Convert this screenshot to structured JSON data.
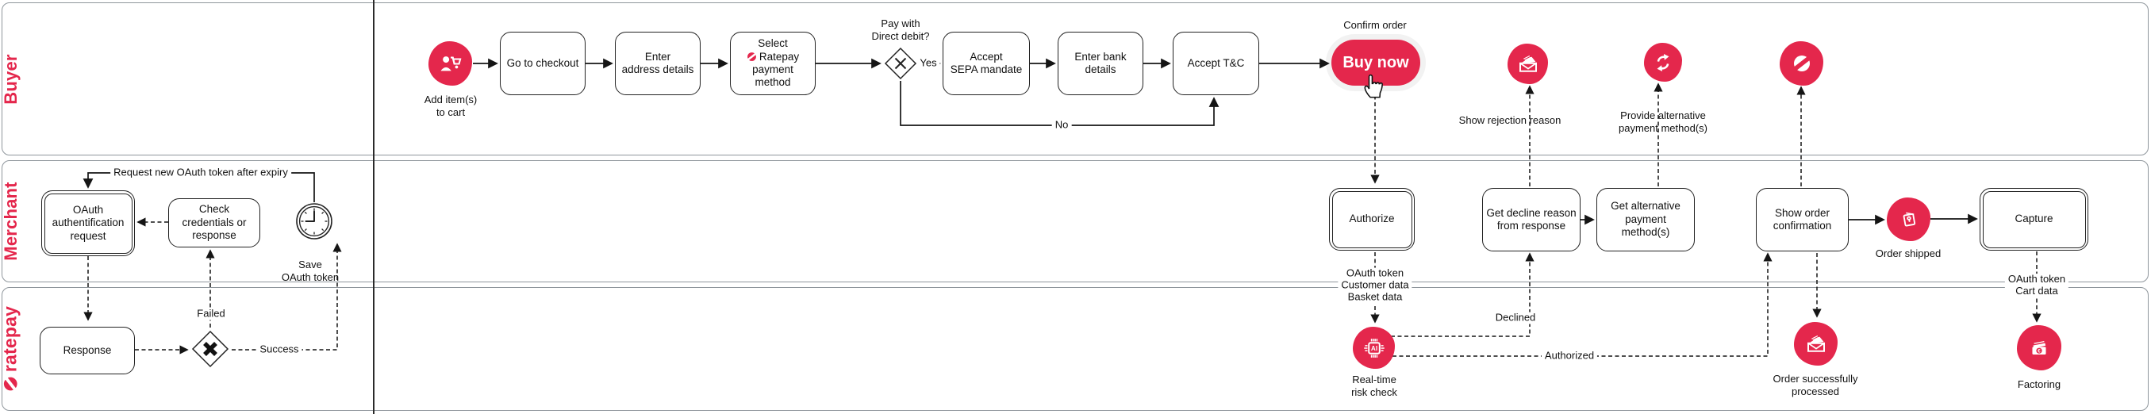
{
  "colors": {
    "accent": "#e4274c"
  },
  "lanes": {
    "buyer": "Buyer",
    "merchant": "Merchant",
    "ratepay": "ratepay"
  },
  "buyer": {
    "add_item_label": "Add item(s)\nto cart",
    "go_checkout": "Go to checkout",
    "enter_address": "Enter\naddress details",
    "select_line1": "Select",
    "select_line2": "Ratepay",
    "select_line3": "payment method",
    "gateway_label": "Pay with\nDirect debit?",
    "yes": "Yes",
    "no": "No",
    "accept_sepa": "Accept\nSEPA mandate",
    "enter_bank": "Enter bank details",
    "accept_tnc": "Accept T&C",
    "confirm_order": "Confirm order",
    "buy_now": "Buy now",
    "show_rejection": "Show rejection reason",
    "provide_alt": "Provide alternative\npayment method(s)"
  },
  "merchant": {
    "oauth_request": "OAuth\nauthentification\nrequest",
    "check_credentials": "Check credentials or\nresponse",
    "request_new_token": "Request new OAuth token after expiry",
    "save_token": "Save\nOAuth token",
    "authorize": "Authorize",
    "decline_reason": "Get decline reason\nfrom response",
    "get_alt": "Get alternative\npayment method(s)",
    "show_confirmation": "Show order\nconfirmation",
    "order_shipped": "Order shipped",
    "capture": "Capture",
    "auth_data": "OAuth token\nCustomer data\nBasket data",
    "capture_data": "OAuth token\nCart data"
  },
  "ratepay": {
    "response": "Response",
    "failed": "Failed",
    "success": "Success",
    "risk_check": "Real-time\nrisk check",
    "declined": "Declined",
    "authorized": "Authorized",
    "order_processed": "Order successfully\nprocessed",
    "factoring": "Factoring"
  },
  "icons": {
    "ai_label": "AI",
    "euro": "€"
  }
}
